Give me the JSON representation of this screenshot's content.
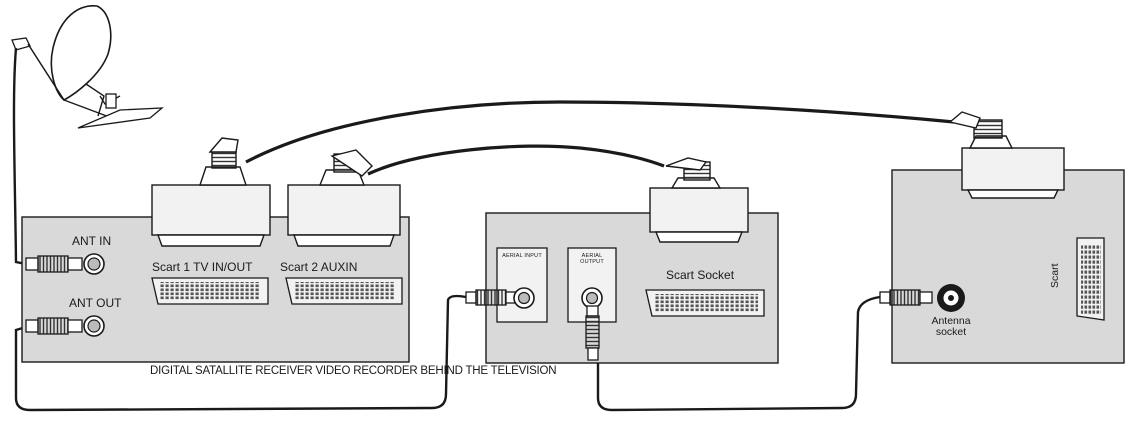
{
  "receiver": {
    "ant_in": "ANT IN",
    "ant_out": "ANT OUT",
    "scart1": "Scart 1 TV IN/OUT",
    "scart2": "Scart 2 AUXIN"
  },
  "recorder": {
    "aerial_input": "AERIAL INPUT",
    "aerial_output": "AERIAL OUTPUT",
    "scart_socket": "Scart Socket"
  },
  "television": {
    "scart": "Scart",
    "antenna_socket": "Antenna socket"
  },
  "caption": "DIGITAL SATALLITE RECEIVER VIDEO RECORDER BEHIND THE TELEVISION",
  "colors": {
    "panel": "#d9d9d9",
    "line": "#1a1a1a",
    "plug": "#f2f2f2"
  }
}
